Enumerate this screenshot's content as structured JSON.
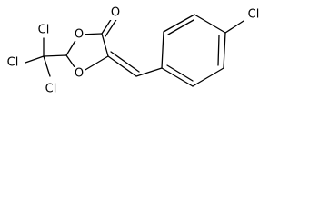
{
  "molecule": {
    "atom_labels": {
      "o_top": "O",
      "o_bottom": "O",
      "o_carbonyl": "O",
      "cl_top": "Cl",
      "cl_left": "Cl",
      "cl_bottom": "Cl",
      "cl_para": "Cl"
    }
  }
}
